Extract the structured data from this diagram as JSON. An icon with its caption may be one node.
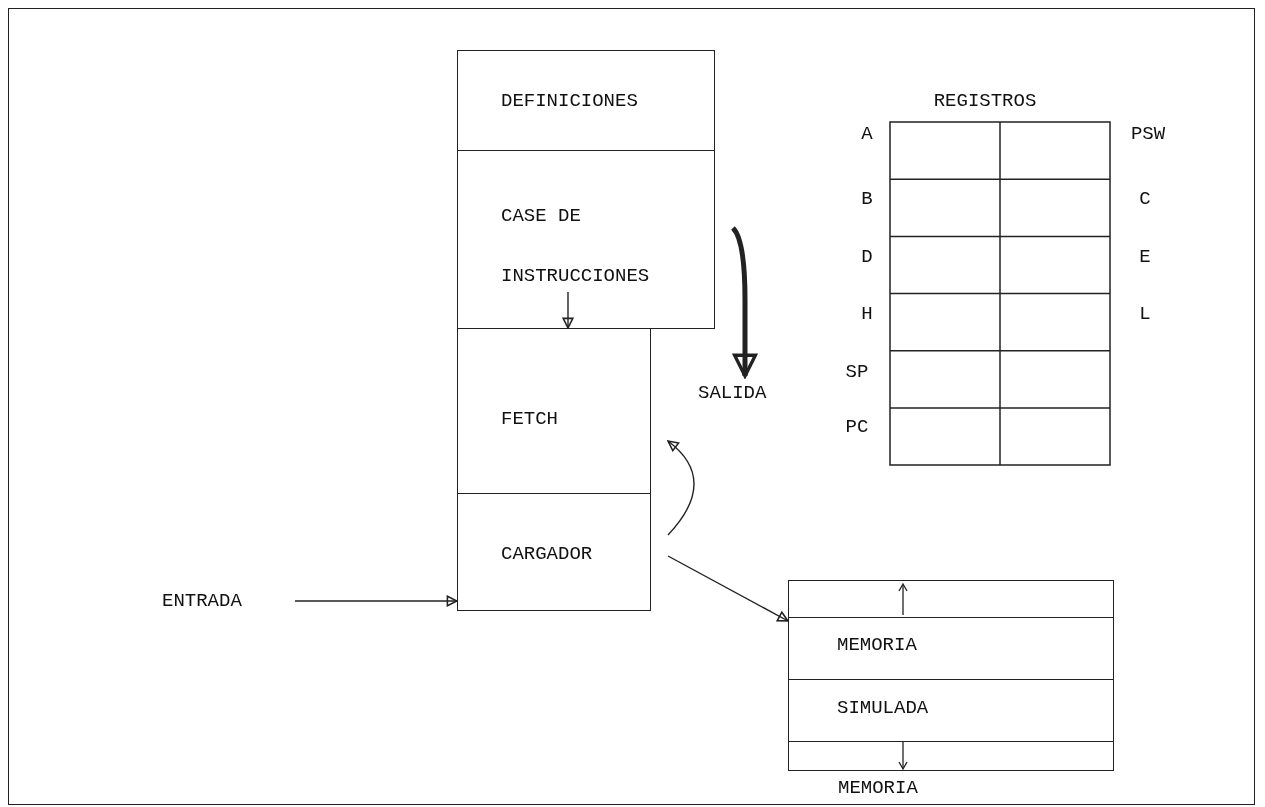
{
  "diagram": {
    "nodes": [
      {
        "text": [
          "DEFINICIONES"
        ]
      },
      {
        "text": [
          "CASE DE INSTRUCCIONES"
        ]
      },
      {
        "text": [
          "FETCH"
        ]
      },
      {
        "text": [
          "CARGADOR"
        ]
      },
      {
        "text": [
          "ENTRADA"
        ]
      },
      {
        "text": [
          "SALIDA"
        ]
      },
      {
        "text": [
          "MEMORIA",
          "SIMULADA"
        ],
        "beside": [
          "MEMORIA"
        ]
      }
    ],
    "edges": [
      {
        "from": 1,
        "to": 2,
        "arrow": "to"
      },
      {
        "from": 1,
        "to": 5,
        "arrow": "to",
        "style": "thick"
      },
      {
        "from": 3,
        "to": 2,
        "arrow": "to"
      },
      {
        "from": 4,
        "to": 3,
        "arrow": "to"
      },
      {
        "from": 3,
        "to": 6,
        "arrow": "to"
      }
    ],
    "labels": [
      "REGISTROS",
      "A",
      "PSW",
      "B",
      "C",
      "D",
      "E",
      "H",
      "L",
      "SP",
      "PC"
    ]
  }
}
